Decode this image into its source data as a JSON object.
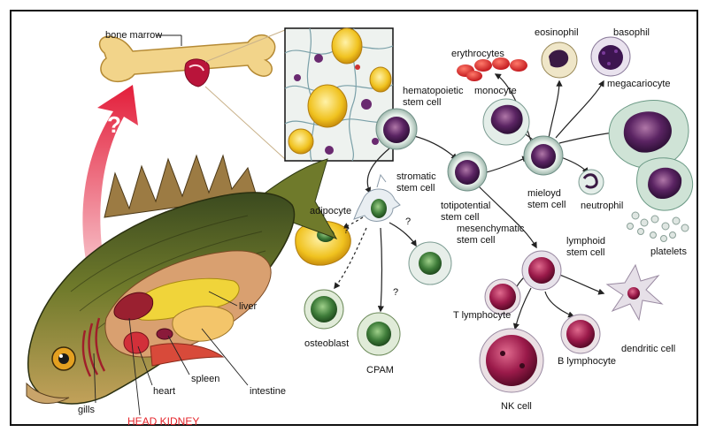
{
  "labels": {
    "bone_marrow": "bone marrow",
    "question": "?",
    "erythrocytes": "erythrocytes",
    "eosinophil": "eosinophil",
    "basophil": "basophil",
    "monocyte": "monocyte",
    "megacariocyte": "megacariocyte",
    "hematopoietic_1": "hematopoietic",
    "hematopoietic_2": "stem cell",
    "stromatic_1": "stromatic",
    "stromatic_2": "stem cell",
    "adipocyte": "adipocyte",
    "totipotential_1": "totipotential",
    "totipotential_2": "stem cell",
    "mieloyd_1": "mieloyd",
    "mieloyd_2": "stem cell",
    "neutrophil": "neutrophil",
    "platelets": "platelets",
    "mesenchymatic_1": "mesenchymatic",
    "mesenchymatic_2": "stem cell",
    "lymphoid_1": "lymphoid",
    "lymphoid_2": "stem cell",
    "t_lymphocyte": "T lymphocyte",
    "b_lymphocyte": "B lymphocyte",
    "dendritic": "dendritic cell",
    "nk_cell": "NK cell",
    "osteoblast": "osteoblast",
    "cpam": "CPAM",
    "q_adipocyte": "?",
    "q_stromatic": "?",
    "q_cpam": "?",
    "liver": "liver",
    "spleen": "spleen",
    "heart": "heart",
    "intestine": "intestine",
    "gills": "gills",
    "head_kidney": "HEAD KIDNEY"
  },
  "colors": {
    "frame": "#111111",
    "red_arrow": "#e31e3a",
    "head_kidney": "#e5252b",
    "bone": "#f2d48a",
    "cell_purple": "#4b1f5e",
    "cell_magenta": "#9b1a4a",
    "cell_green": "#3f7d3a",
    "fat_yellow": "#f0c21f"
  }
}
